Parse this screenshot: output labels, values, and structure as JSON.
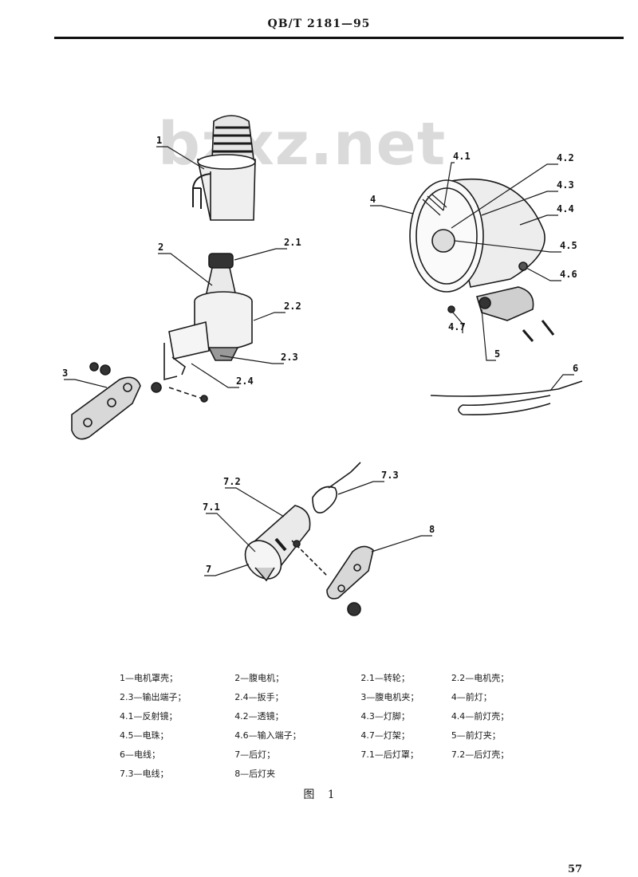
{
  "header": {
    "code": "QB/T 2181—95"
  },
  "watermark": "bzxz.net",
  "labels": {
    "p1": "1",
    "p2": "2",
    "p2_1": "2.1",
    "p2_2": "2.2",
    "p2_3": "2.3",
    "p2_4": "2.4",
    "p3": "3",
    "p4": "4",
    "p4_1": "4.1",
    "p4_2": "4.2",
    "p4_3": "4.3",
    "p4_4": "4.4",
    "p4_5": "4.5",
    "p4_6": "4.6",
    "p4_7": "4.7",
    "p5": "5",
    "p6": "6",
    "p7": "7",
    "p7_1": "7.1",
    "p7_2": "7.2",
    "p7_3": "7.3",
    "p8": "8"
  },
  "legend": [
    [
      "1—电机罩壳；",
      "2—腹电机；",
      "2.1—转轮；",
      "2.2—电机壳；"
    ],
    [
      "2.3—输出端子；",
      "2.4—扳手；",
      "3—腹电机夹；",
      "4—前灯；"
    ],
    [
      "4.1—反射镜；",
      "4.2—透镜；",
      "4.3—灯脚；",
      "4.4—前灯壳；"
    ],
    [
      "4.5—电珠；",
      "4.6—输入端子；",
      "4.7—灯架；",
      "5—前灯夹；"
    ],
    [
      "6—电线；",
      "7—后灯；",
      "7.1—后灯罩；",
      "7.2—后灯壳；"
    ],
    [
      "7.3—电线；",
      "8—后灯夹",
      "",
      ""
    ]
  ],
  "caption": {
    "word": "图",
    "number": "1"
  },
  "page_number": "57"
}
